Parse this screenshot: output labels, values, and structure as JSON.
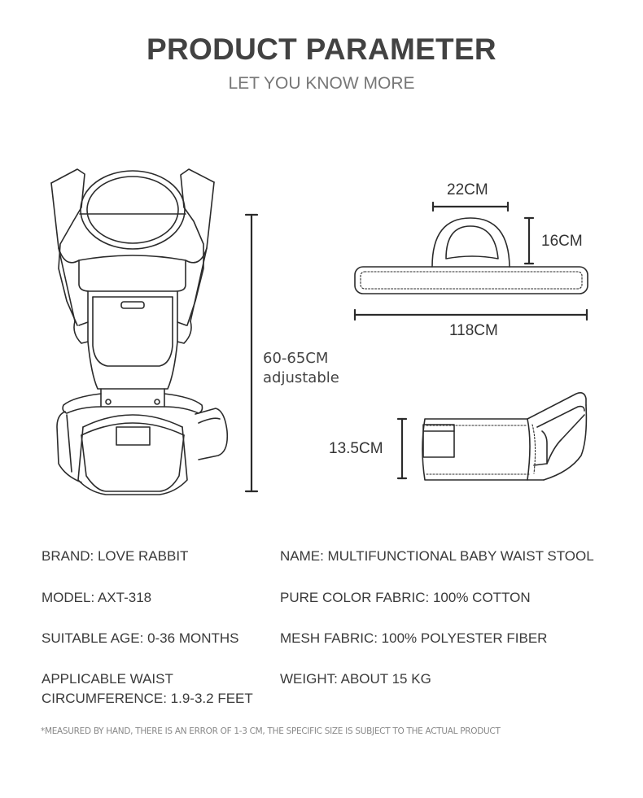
{
  "header": {
    "title": "PRODUCT PARAMETER",
    "subtitle": "LET YOU KNOW MORE"
  },
  "diagram": {
    "carrier_height_label_line1": "60-65CM",
    "carrier_height_label_line2": "adjustable",
    "seat_width_label": "22CM",
    "seat_height_label": "16CM",
    "belt_length_label": "118CM",
    "seat_depth_label": "13.5CM"
  },
  "specs": {
    "left": [
      {
        "text": "BRAND: LOVE RABBIT"
      },
      {
        "text": "MODEL: AXT-318"
      },
      {
        "text": "SUITABLE AGE: 0-36 MONTHS"
      },
      {
        "line1": "APPLICABLE WAIST",
        "line2": "CIRCUMFERENCE: 1.9-3.2 FEET"
      }
    ],
    "right": [
      {
        "text": "NAME: MULTIFUNCTIONAL BABY WAIST STOOL"
      },
      {
        "text": "PURE COLOR FABRIC: 100% COTTON"
      },
      {
        "text": "MESH FABRIC: 100% POLYESTER FIBER"
      },
      {
        "text": "WEIGHT: ABOUT 15 KG"
      }
    ]
  },
  "footnote": "*MEASURED BY HAND, THERE IS AN ERROR OF 1-3 CM, THE SPECIFIC SIZE IS SUBJECT TO THE ACTUAL PRODUCT",
  "colors": {
    "title": "#424242",
    "subtitle": "#777777",
    "line_art": "#2b2b2b",
    "footnote": "#888888"
  }
}
